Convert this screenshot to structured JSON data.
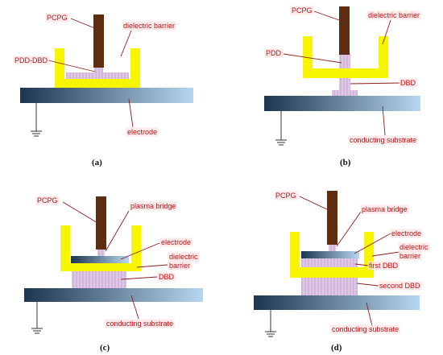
{
  "colors": {
    "electrode_dark": "#1c3550",
    "electrode_light": "#b7d6ef",
    "barrier": "#f7f500",
    "pcpg": "#5c2d0e",
    "plasma": "#d3b6dc",
    "label_text": "#b3161b",
    "leader_line": "#8b1f1f",
    "label_bg": "#fbe3e3"
  },
  "panels": {
    "a": {
      "caption": "(a)",
      "labels": {
        "pcpg": "PCPG",
        "dielectric_barrier": "dielectric barrier",
        "pdd_dbd": "PDD-DBD",
        "electrode": "electrode"
      }
    },
    "b": {
      "caption": "(b)",
      "labels": {
        "pcpg": "PCPG",
        "dielectric_barrier": "dielectric barrier",
        "pdd": "PDD",
        "dbd": "DBD",
        "conducting_substrate": "conducting substrate"
      }
    },
    "c": {
      "caption": "(c)",
      "labels": {
        "pcpg": "PCPG",
        "plasma_bridge": "plasma bridge",
        "electrode": "electrode",
        "dielectric_barrier_1": "dielectric",
        "dielectric_barrier_2": "barrier",
        "dbd": "DBD",
        "conducting_substrate": "conducting substrate"
      }
    },
    "d": {
      "caption": "(d)",
      "labels": {
        "pcpg": "PCPG",
        "plasma_bridge": "plasma bridge",
        "electrode": "electrode",
        "dielectric_barrier_1": "dielectric",
        "dielectric_barrier_2": "barrier",
        "first_dbd": "first DBD",
        "second_dbd": "second DBD",
        "conducting_substrate": "conducting substrate"
      }
    }
  }
}
